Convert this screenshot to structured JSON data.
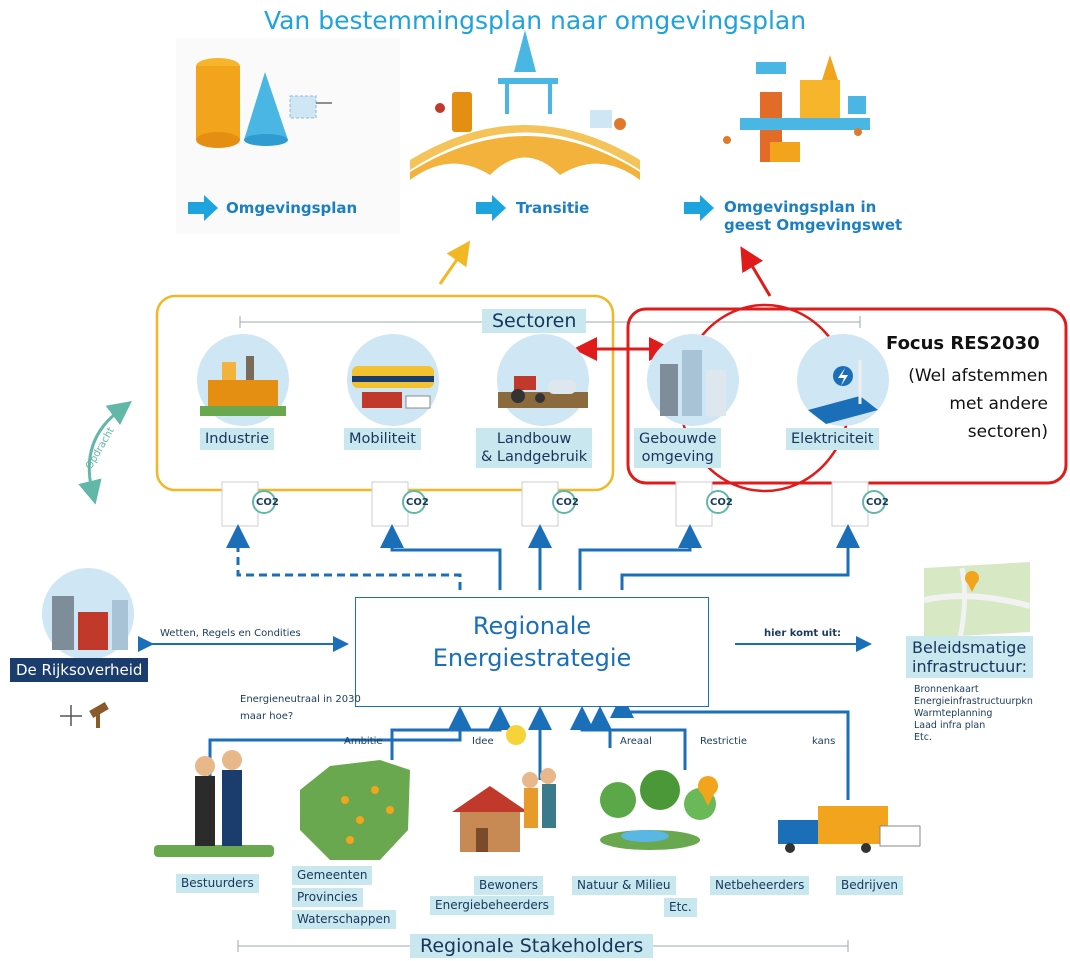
{
  "title": "Van bestemmingsplan naar omgevingsplan",
  "stages": {
    "stage1": "Omgevingsplan",
    "stage2": "Transitie",
    "stage3_line1": "Omgevingsplan in",
    "stage3_line2": "geest Omgevingswet"
  },
  "sectoren": {
    "header": "Sectoren",
    "industrie": "Industrie",
    "mobiliteit": "Mobiliteit",
    "landbouw_line1": "Landbouw",
    "landbouw_line2": "& Landgebruik",
    "gebouwde_line1": "Gebouwde",
    "gebouwde_line2": "omgeving",
    "elektriciteit": "Elektriciteit"
  },
  "focus": {
    "title": "Focus RES2030",
    "note_line1": "(Wel afstemmen",
    "note_line2": "met andere",
    "note_line3": "sectoren)"
  },
  "opdracht": "Opdracht",
  "rijksoverheid": "De Rijksoverheid",
  "wetten": "Wetten, Regels en Condities",
  "res": {
    "line1": "Regionale",
    "line2": "Energiestrategie"
  },
  "hier_komt_uit": "hier komt uit:",
  "infra": {
    "title_line1": "Beleidsmatige",
    "title_line2": "infrastructuur:",
    "items": [
      "Bronnenkaart",
      "Energieinfrastructuurpkn",
      "Warmteplanning",
      "Laad infra plan",
      "Etc."
    ]
  },
  "arrow_labels": {
    "energieneutraal_line1": "Energieneutraal in 2030",
    "energieneutraal_line2": "maar hoe?",
    "ambitie": "Ambitie",
    "idee": "Idee",
    "areaal": "Areaal",
    "restrictie": "Restrictie",
    "kans": "kans"
  },
  "stakeholders": {
    "bestuurders": "Bestuurders",
    "gemeenten": "Gemeenten",
    "provincies": "Provincies",
    "waterschappen": "Waterschappen",
    "bewoners": "Bewoners",
    "energiebeheerders": "Energiebeheerders",
    "natuur": "Natuur & Milieu",
    "netbeheerders": "Netbeheerders",
    "etc": "Etc.",
    "bedrijven": "Bedrijven",
    "header": "Regionale Stakeholders"
  },
  "co2_label": "CO2",
  "colors": {
    "blue": "#1b6fb8",
    "light_blue": "#1da3dd",
    "tag_bg": "#c9e7ef",
    "yellow": "#f2b824",
    "red": "#e01b1b",
    "dark_navy": "#1a3d6e"
  }
}
